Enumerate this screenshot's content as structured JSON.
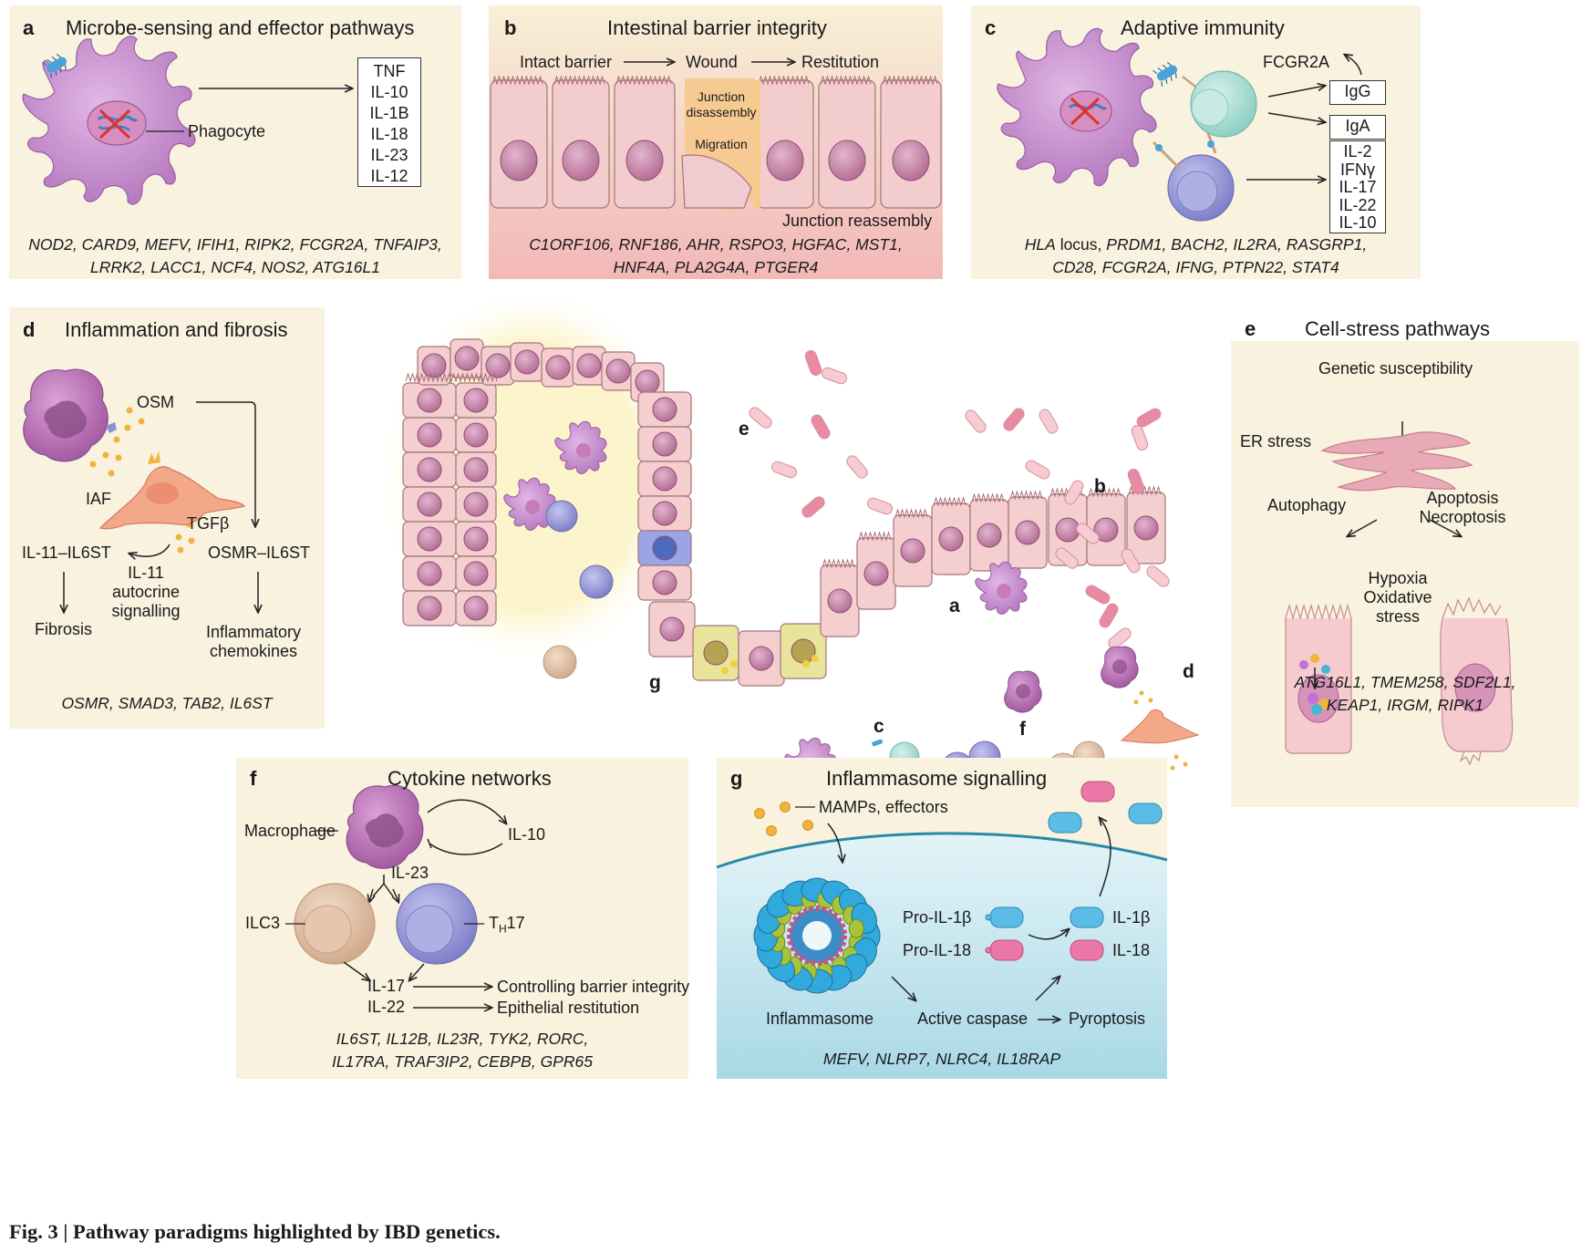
{
  "figure_caption": "Fig. 3 | Pathway paradigms highlighted by IBD genetics.",
  "panel_a": {
    "letter": "a",
    "title": "Microbe-sensing and effector pathways",
    "cell_label": "Phagocyte",
    "cytokines": [
      "TNF",
      "IL-10",
      "IL-1B",
      "IL-18",
      "IL-23",
      "IL-12"
    ],
    "genes_line1": "NOD2, CARD9, MEFV, IFIH1, RIPK2, FCGR2A, TNFAIP3,",
    "genes_line2": "LRRK2, LACC1, NCF4, NOS2, ATG16L1"
  },
  "panel_b": {
    "letter": "b",
    "title": "Intestinal barrier integrity",
    "step1": "Intact barrier",
    "step2": "Wound",
    "step3": "Restitution",
    "junction_disassembly_1": "Junction",
    "junction_disassembly_2": "disassembly",
    "migration": "Migration",
    "junction_reassembly": "Junction reassembly",
    "genes_line1": "C1ORF106, RNF186, AHR, RSPO3, HGFAC, MST1,",
    "genes_line2": "HNF4A, PLA2G4A, PTGER4"
  },
  "panel_c": {
    "letter": "c",
    "title": "Adaptive immunity",
    "fcgr2a": "FCGR2A",
    "igg": "IgG",
    "iga": "IgA",
    "cytokines": [
      "IL-2",
      "IFNγ",
      "IL-17",
      "IL-22",
      "IL-10"
    ],
    "genes_line1_prefix": "HLA",
    "genes_line1_locus": " locus, ",
    "genes_line1_rest": "PRDM1, BACH2, IL2RA, RASGRP1,",
    "genes_line2": "CD28, FCGR2A, IFNG, PTPN22, STAT4"
  },
  "panel_d": {
    "letter": "d",
    "title": "Inflammation and fibrosis",
    "osm": "OSM",
    "iaf": "IAF",
    "tgfb": "TGFβ",
    "il11_il6st": "IL-11–IL6ST",
    "osmr_il6st": "OSMR–IL6ST",
    "autocrine_1": "IL-11",
    "autocrine_2": "autocrine",
    "autocrine_3": "signalling",
    "fibrosis": "Fibrosis",
    "chemokines_1": "Inflammatory",
    "chemokines_2": "chemokines",
    "genes": "OSMR, SMAD3, TAB2, IL6ST"
  },
  "panel_e": {
    "letter": "e",
    "title": "Cell-stress pathways",
    "susceptibility": "Genetic susceptibility",
    "er_stress": "ER stress",
    "autophagy": "Autophagy",
    "apoptosis": "Apoptosis",
    "necroptosis": "Necroptosis",
    "hypoxia": "Hypoxia",
    "oxidative": "Oxidative",
    "stress": "stress",
    "genes_line1": "ATG16L1, TMEM258, SDF2L1,",
    "genes_line2": "KEAP1, IRGM, RIPK1"
  },
  "panel_f": {
    "letter": "f",
    "title": "Cytokine networks",
    "macrophage": "Macrophage",
    "il10": "IL-10",
    "il23": "IL-23",
    "ilc3": "ILC3",
    "th17_t": "T",
    "th17_sub": "H",
    "th17_num": "17",
    "il17": "IL-17",
    "il22": "IL-22",
    "barrier": "Controlling barrier integrity",
    "restitution": "Epithelial restitution",
    "genes_line1": "IL6ST, IL12B, IL23R, TYK2, RORC,",
    "genes_line2": "IL17RA, TRAF3IP2, CEBPB, GPR65"
  },
  "panel_g": {
    "letter": "g",
    "title": "Inflammasome signalling",
    "mamps": "MAMPs, effectors",
    "pro_il1b": "Pro-IL-1β",
    "pro_il18": "Pro-IL-18",
    "il1b": "IL-1β",
    "il18": "IL-18",
    "inflammasome": "Inflammasome",
    "caspase": "Active caspase",
    "pyroptosis": "Pyroptosis",
    "genes": "MEFV, NLRP7, NLRC4, IL18RAP"
  },
  "center": {
    "labels": [
      "a",
      "b",
      "c",
      "d",
      "e",
      "f",
      "g"
    ]
  },
  "colors": {
    "panel_bg": "#f8f2df",
    "cell_purple": "#c98fd0",
    "epithelium_pink": "#f4c8c8",
    "teal_cell": "#a9dcd2",
    "lymph_blue": "#9a9bd6",
    "macrophage": "#b76cb5",
    "fibroblast": "#f0a083",
    "caspase_blue": "#5bbde6",
    "il18_pink": "#ea77a6",
    "cytoplasm": "#cdeaf2"
  }
}
